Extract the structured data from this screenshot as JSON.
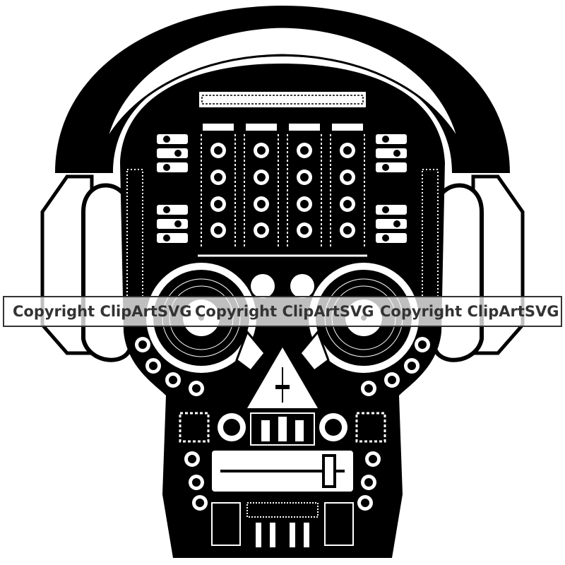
{
  "illustration": {
    "subject": "skull-with-headphones-dj-mixer",
    "colors": {
      "ink": "#000000",
      "paper": "#ffffff",
      "watermark_band": "#ffffff",
      "watermark_text": "#333333"
    }
  },
  "watermark": {
    "items": [
      "Copyright ClipArtSVG",
      "Copyright ClipArtSVG",
      "Copyright ClipArtSVG"
    ]
  }
}
